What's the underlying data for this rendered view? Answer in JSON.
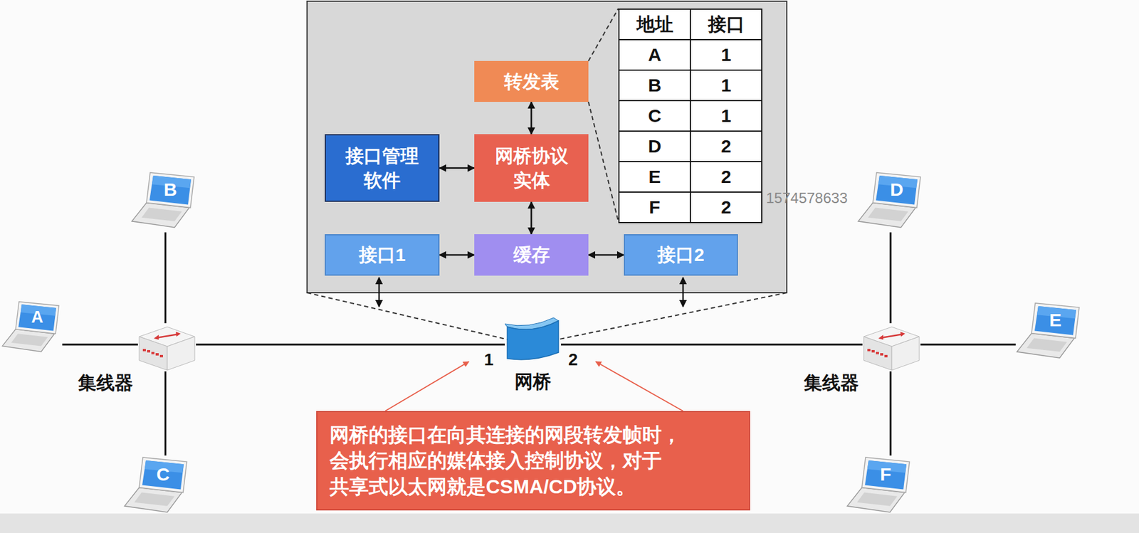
{
  "diagram": {
    "nodes": [
      {
        "text": [
          "转发表"
        ]
      },
      {
        "text": [
          "接口管理 软件"
        ]
      },
      {
        "text": [
          "网桥协议 实体"
        ]
      },
      {
        "text": [
          "接口1"
        ]
      },
      {
        "text": [
          "缓存"
        ]
      },
      {
        "text": [
          "接口2"
        ]
      },
      {
        "text": [
          "B"
        ]
      },
      {
        "text": [
          "D"
        ]
      },
      {
        "text": [
          "A"
        ]
      },
      {
        "text": [
          "集线器"
        ]
      },
      {
        "text": [
          "网桥"
        ]
      },
      {
        "text": [
          "集线器"
        ]
      },
      {
        "text": [
          "E"
        ]
      },
      {
        "text": [
          "C"
        ]
      },
      {
        "text": [
          "F"
        ]
      },
      {
        "text": [
          "网桥的接口在向其连接的网段转发帧时， 会执行相应的媒体接入控制协议，对于 共享式以太网就是CSMA/CD协议。"
        ]
      }
    ],
    "edges": [
      {
        "from": 0,
        "to": 2,
        "arrow": "both"
      },
      {
        "from": 1,
        "to": 2,
        "arrow": "both"
      },
      {
        "from": 2,
        "to": 4,
        "arrow": "both"
      },
      {
        "from": 3,
        "to": 4,
        "arrow": "both"
      },
      {
        "from": 4,
        "to": 5,
        "arrow": "both"
      },
      {
        "from": 6,
        "to": 9,
        "arrow": "none"
      },
      {
        "from": 8,
        "to": 9,
        "arrow": "none"
      },
      {
        "from": 9,
        "to": 13,
        "arrow": "none"
      },
      {
        "from": 9,
        "to": 10,
        "arrow": "none"
      },
      {
        "from": 10,
        "to": 11,
        "arrow": "none"
      },
      {
        "from": 7,
        "to": 11,
        "arrow": "none"
      },
      {
        "from": 11,
        "to": 12,
        "arrow": "none"
      },
      {
        "from": 11,
        "to": 14,
        "arrow": "none"
      }
    ],
    "labels": [
      "地址",
      "接口",
      "A",
      "1",
      "B",
      "1",
      "C",
      "1",
      "D",
      "2",
      "E",
      "2",
      "F",
      "2",
      "1574578633",
      "1",
      "2"
    ]
  }
}
